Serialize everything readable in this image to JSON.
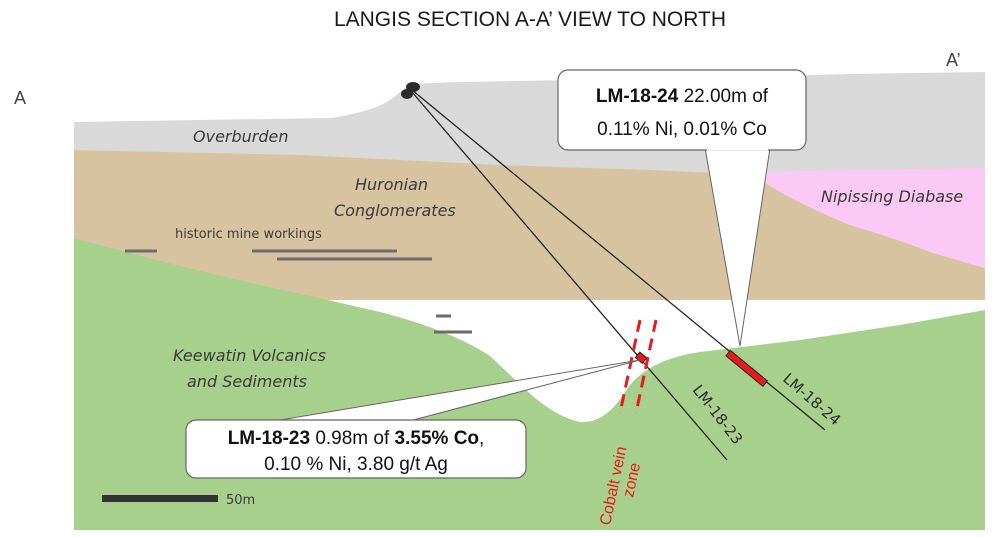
{
  "title": "LANGIS SECTION A-A’ VIEW TO NORTH",
  "section_ends": {
    "left": "A",
    "right": "A’"
  },
  "units": {
    "overburden": "Overburden",
    "huronian_line1": "Huronian",
    "huronian_line2": "Conglomerates",
    "nipissing": "Nipissing Diabase",
    "keewatin_line1": "Keewatin Volcanics",
    "keewatin_line2": "and Sediments"
  },
  "historic_workings_label": "historic mine workings",
  "vein_zone": {
    "line1": "Cobalt vein",
    "line2": "zone"
  },
  "scale_bar": {
    "label": "50m"
  },
  "drill_holes": [
    {
      "id": "LM-18-24",
      "trace_label": "LM-18-24",
      "callout": {
        "hole": "LM-18-24",
        "line1_rest": "22.00m of",
        "line2": "0.11% Ni, 0.01% Co"
      }
    },
    {
      "id": "LM-18-23",
      "trace_label": "LM-18-23",
      "callout": {
        "hole": "LM-18-23",
        "line1_mid": "0.98m of",
        "line1_bold": "3.55% Co",
        "line1_tail": ",",
        "line2": "0.10 % Ni, 3.80 g/t Ag"
      }
    }
  ],
  "colors": {
    "overburden": "#d9d9d9",
    "huronian": "#d8c3a1",
    "keewatin": "#a8d08d",
    "nipissing": "#fbc9f5",
    "intercept": "#e81b1b",
    "vein": "#e81b1b"
  }
}
